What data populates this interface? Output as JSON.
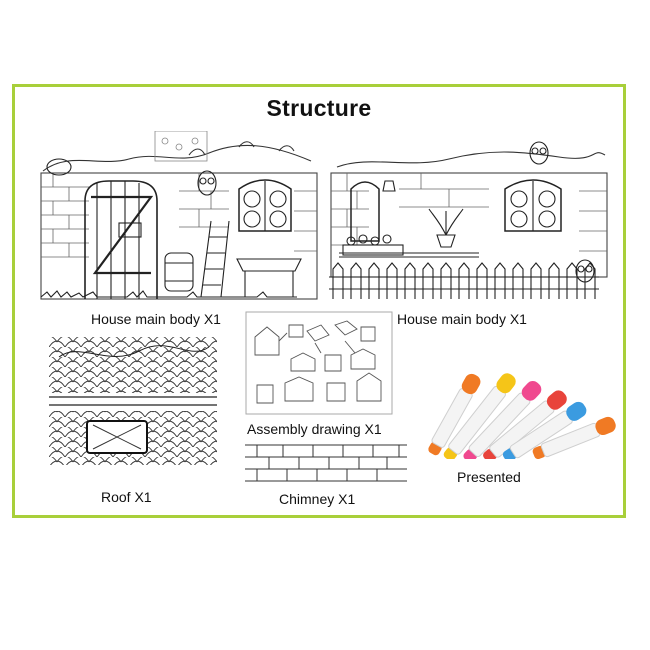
{
  "title": "Structure",
  "frame_color": "#a8cf3a",
  "items": [
    {
      "caption": "House main body X1",
      "illustration": "house-front-door-window-drawing"
    },
    {
      "caption": "House main body X1",
      "illustration": "house-side-window-fence-drawing"
    },
    {
      "caption": "Roof X1",
      "illustration": "roof-scale-tiles-drawing"
    },
    {
      "caption": "Assembly drawing X1",
      "illustration": "assembly-instructions-sheet"
    },
    {
      "caption": "Chimney X1",
      "illustration": "chimney-bricks-drawing"
    },
    {
      "caption": "Presented",
      "illustration": "color-markers"
    }
  ],
  "marker_colors": [
    "#f07a24",
    "#f5c518",
    "#f0498f",
    "#e8443b",
    "#3b9be0",
    "#f07a24"
  ]
}
